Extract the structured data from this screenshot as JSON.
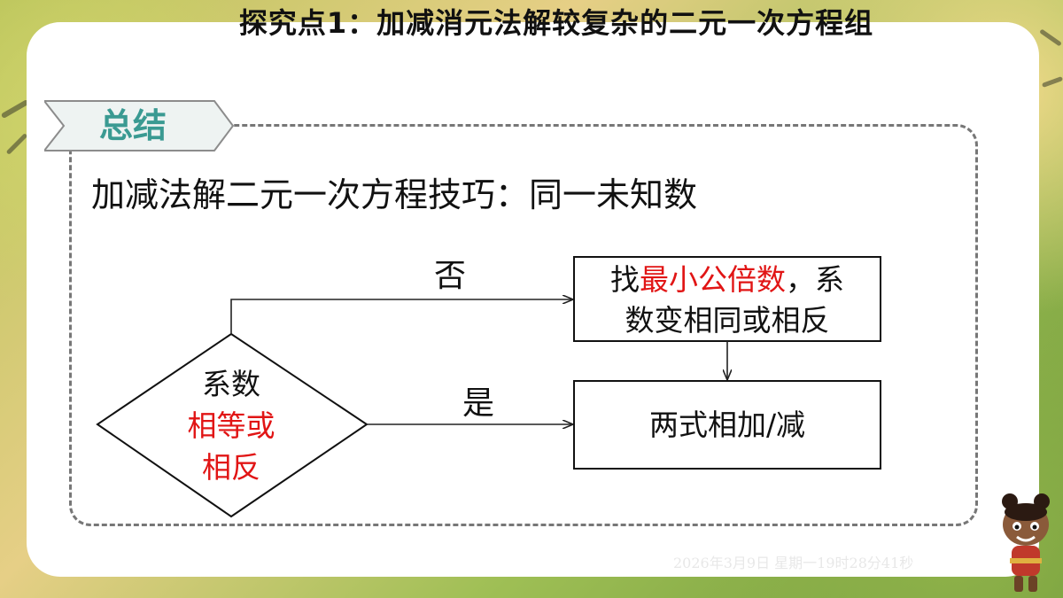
{
  "header": {
    "title": "探究点1：加减消元法解较复杂的二元一次方程组"
  },
  "tag": {
    "label": "总结"
  },
  "summary": {
    "text": "加减法解二元一次方程技巧：同一未知数"
  },
  "flowchart": {
    "decision": {
      "line1": "系数",
      "line2": "相等或",
      "line3": "相反"
    },
    "no_label": "否",
    "yes_label": "是",
    "box_top": {
      "prefix": "找",
      "highlight": "最小公倍数",
      "suffix_line1": "，系",
      "line2": "数变相同或相反"
    },
    "box_bottom": {
      "text": "两式相加/减"
    }
  },
  "footer": {
    "timestamp": "2026年3月9日 星期一19时28分41秒"
  },
  "colors": {
    "accent_teal": "#3a9a92",
    "highlight_red": "#e11515"
  },
  "icons": {
    "mascot": "cartoon-character-icon"
  }
}
